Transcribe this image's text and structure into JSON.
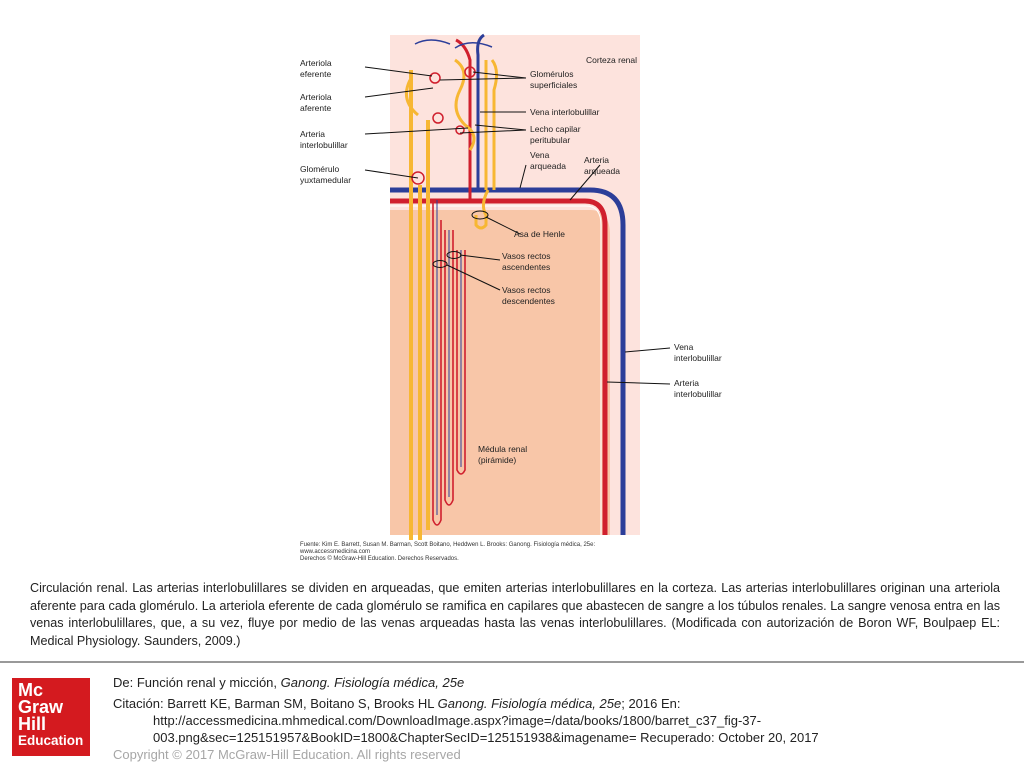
{
  "figure": {
    "labels_left": {
      "efferent": [
        "Arteriola",
        "eferente"
      ],
      "afferent": [
        "Arteriola",
        "aferente"
      ],
      "interlob_artery": [
        "Arteria",
        "interlobulillar"
      ],
      "juxta": [
        "Glomérulo",
        "yuxtamedular"
      ]
    },
    "labels_right": {
      "cortex": "Corteza renal",
      "superficial": [
        "Glomérulos",
        "superficiales"
      ],
      "interlob_vein": "Vena interlobulillar",
      "peritubular": [
        "Lecho capilar",
        "peritubular"
      ],
      "arcuate_vein": [
        "Vena",
        "arqueada"
      ],
      "arcuate_artery": [
        "Arteria",
        "arqueada"
      ],
      "henle": "Asa de Henle",
      "vr_asc": [
        "Vasos rectos",
        "ascendentes"
      ],
      "vr_desc": [
        "Vasos rectos",
        "descendentes"
      ],
      "vein2": [
        "Vena",
        "interlobulillar"
      ],
      "artery2": [
        "Arteria",
        "interlobulillar"
      ],
      "medulla": [
        "Médula renal",
        "(pirámide)"
      ]
    },
    "source": [
      "Fuente: Kim E. Barrett, Susan M. Barman, Scott Boitano, Heddwen L. Brooks: Ganong. Fisiología médica, 25e:",
      "www.accessmedicina.com",
      "Derechos © McGraw-Hill Education. Derechos Reservados."
    ],
    "colors": {
      "cortex": "#fde3dd",
      "medulla": "#f8c6a8",
      "artery": "#d0202e",
      "vein": "#2c3e99",
      "tubule": "#f7b733"
    }
  },
  "caption": "Circulación renal. Las arterias interlobulillares se dividen en arqueadas, que emiten arterias interlobulillares en la corteza. Las arterias interlobulillares originan una arteriola aferente para cada glomérulo. La arteriola eferente de cada glomérulo se ramifica en capilares que abastecen de sangre a los túbulos renales. La sangre venosa entra en las venas interlobulillares, que, a su vez, fluye por medio de las venas arqueadas hasta las venas interlobulillares. (Modificada con autorización de Boron WF, Boulpaep EL: Medical Physiology. Saunders, 2009.)",
  "footer": {
    "logo": [
      "Mc",
      "Graw",
      "Hill",
      "Education"
    ],
    "from_prefix": "De: Función renal y micción, ",
    "from_book": "Ganong. Fisiología médica, 25e",
    "citation_prefix": "Citación: Barrett KE, Barman SM, Boitano S, Brooks HL ",
    "citation_book": "Ganong. Fisiología médica, 25e",
    "citation_suffix": "; 2016 En:",
    "url_line1": "http://accessmedicina.mhmedical.com/DownloadImage.aspx?image=/data/books/1800/barret_c37_fig-37-",
    "url_line2": "003.png&sec=125151957&BookID=1800&ChapterSecID=125151938&imagename= Recuperado: October 20, 2017",
    "copyright": "Copyright © 2017 McGraw-Hill Education. All rights reserved"
  }
}
